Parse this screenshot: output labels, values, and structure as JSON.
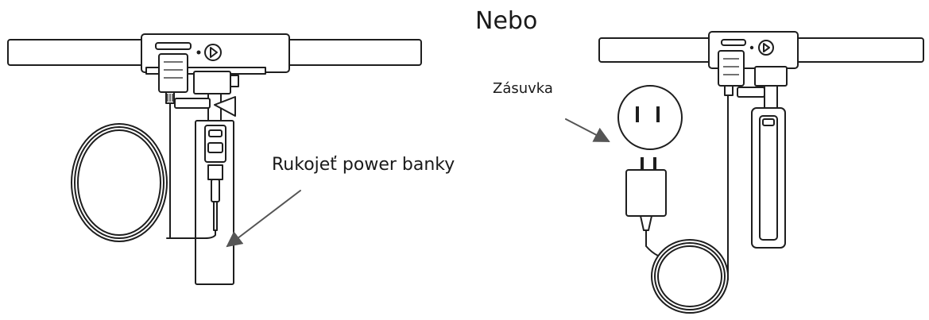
{
  "labels": {
    "or": "Nebo",
    "power_bank_handle": "Rukojeť power banky",
    "socket": "Zásuvka"
  }
}
